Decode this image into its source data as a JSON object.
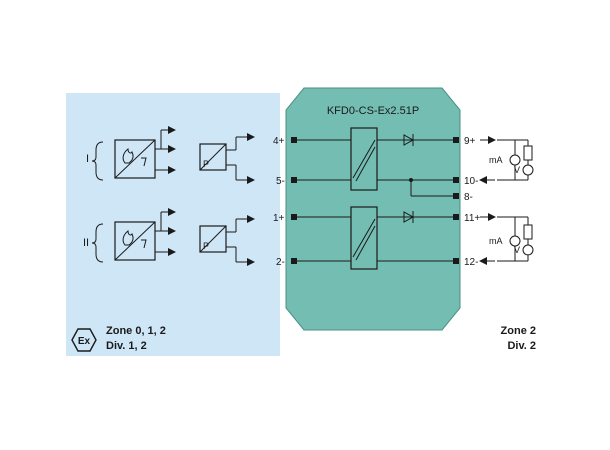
{
  "device": {
    "model": "KFD0-CS-Ex2.51P"
  },
  "channels": [
    {
      "roman": "I",
      "term_in_pos": "4+",
      "term_in_neg": "5-",
      "term_out_pos": "9+",
      "term_out_neg": "10-",
      "term_extra": "8-",
      "out_current": "mA",
      "out_voltage": "V"
    },
    {
      "roman": "II",
      "term_in_pos": "1+",
      "term_in_neg": "2-",
      "term_out_pos": "11+",
      "term_out_neg": "12-",
      "out_current": "mA",
      "out_voltage": "V"
    }
  ],
  "sensor": {
    "pressure_symbol": "P"
  },
  "hazardous_area": {
    "badge": "Ex",
    "zone": "Zone 0, 1, 2",
    "div": "Div. 1, 2",
    "color": "#cfe6f7"
  },
  "safe_area": {
    "zone": "Zone 2",
    "div": "Div. 2"
  },
  "colors": {
    "module": "#74bdb3",
    "line": "#1a1a1a"
  }
}
